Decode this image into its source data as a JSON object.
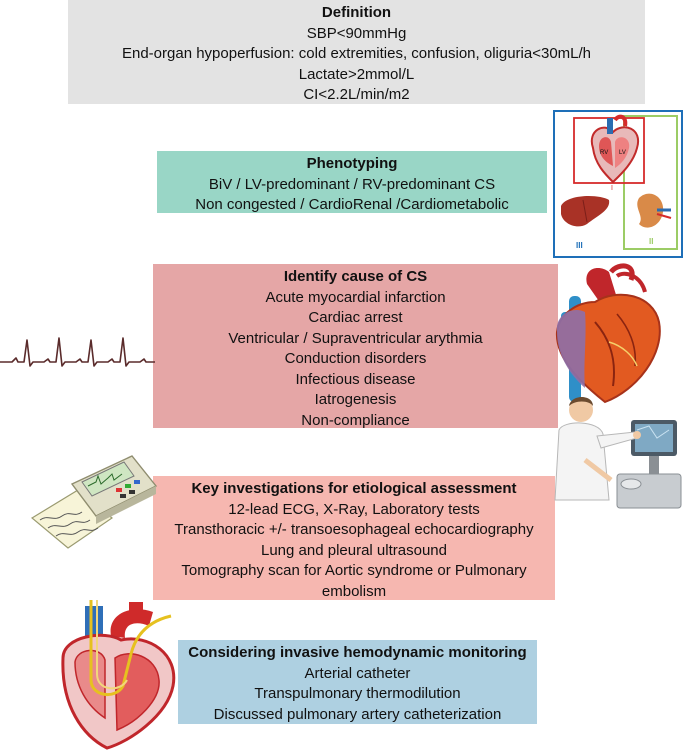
{
  "definition": {
    "title": "Definition",
    "lines": [
      "SBP<90mmHg",
      "End-organ hypoperfusion: cold extremities, confusion, oliguria<30mL/h",
      "Lactate>2mmol/L",
      "CI<2.2L/min/m2"
    ]
  },
  "phenotyping": {
    "title": "Phenotyping",
    "lines": [
      "BiV / LV-predominant / RV-predominant CS",
      "Non congested / CardioRenal /Cardiometabolic"
    ]
  },
  "cause": {
    "title": "Identify cause of CS",
    "lines": [
      "Acute myocardial infarction",
      "Cardiac arrest",
      "Ventricular / Supraventricular arythmia",
      "Conduction disorders",
      "Infectious disease",
      "Iatrogenesis",
      "Non-compliance"
    ]
  },
  "investigations": {
    "title": "Key investigations for etiological assessment",
    "lines": [
      "12-lead ECG, X-Ray, Laboratory tests",
      "Transthoracic +/- transoesophageal echocardiography",
      "Lung and pleural ultrasound",
      "Tomography scan  for Aortic syndrome or Pulmonary embolism"
    ]
  },
  "monitoring": {
    "title": "Considering invasive hemodynamic monitoring",
    "lines": [
      "Arterial catheter",
      "Transpulmonary   thermodilution",
      "Discussed pulmonary artery catheterization"
    ]
  },
  "phenotype_panel": {
    "labels": [
      "I",
      "II",
      "III"
    ],
    "colors": {
      "red": "#d62b2b",
      "green": "#9ccc65",
      "blue": "#1e6fb8"
    }
  },
  "heart_labels": [
    "RV",
    "LV"
  ],
  "icons": [
    "heart-cross-section-icon",
    "liver-icon",
    "kidney-icon",
    "ecg-trace-icon",
    "heart-3d-icon",
    "ecg-machine-icon",
    "clinician-monitor-icon",
    "catheter-heart-icon"
  ]
}
